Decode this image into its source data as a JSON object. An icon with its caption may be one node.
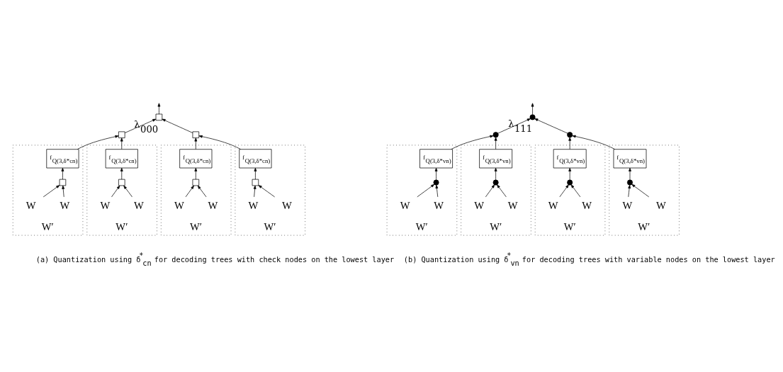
{
  "diagram": {
    "nodes": [
      {
        "text": [],
        "shape": "box",
        "beside": [
          "λ$_{000}$"
        ]
      },
      {
        "text": [],
        "shape": "box"
      },
      {
        "text": [],
        "shape": "box"
      },
      {
        "text": [
          "W′"
        ]
      },
      {
        "text": [
          "f$_{Q(3,δ*cn)}$"
        ],
        "in": 3
      },
      {
        "text": [],
        "shape": "box",
        "in": 3
      },
      {
        "text": [
          "W"
        ],
        "in": 3
      },
      {
        "text": [
          "W"
        ],
        "in": 3
      },
      {
        "text": [
          "W′"
        ]
      },
      {
        "text": [
          "f$_{Q(3,δ*cn)}$"
        ],
        "in": 8
      },
      {
        "text": [],
        "shape": "box",
        "in": 8
      },
      {
        "text": [
          "W"
        ],
        "in": 8
      },
      {
        "text": [
          "W"
        ],
        "in": 8
      },
      {
        "text": [
          "W′"
        ]
      },
      {
        "text": [
          "f$_{Q(3,δ*cn)}$"
        ],
        "in": 13
      },
      {
        "text": [],
        "shape": "box",
        "in": 13
      },
      {
        "text": [
          "W"
        ],
        "in": 13
      },
      {
        "text": [
          "W"
        ],
        "in": 13
      },
      {
        "text": [
          "W′"
        ]
      },
      {
        "text": [
          "f$_{Q(3,δ*cn)}$"
        ],
        "in": 18
      },
      {
        "text": [],
        "shape": "box",
        "in": 18
      },
      {
        "text": [
          "W"
        ],
        "in": 18
      },
      {
        "text": [
          "W"
        ],
        "in": 18
      },
      {
        "text": [],
        "shape": "circle",
        "beside": [
          "λ$_{111}$"
        ]
      },
      {
        "text": [],
        "shape": "circle"
      },
      {
        "text": [],
        "shape": "circle"
      },
      {
        "text": [
          "W′"
        ]
      },
      {
        "text": [
          "f$_{Q(3,δ*vn)}$"
        ],
        "in": 26
      },
      {
        "text": [],
        "shape": "circle",
        "in": 26
      },
      {
        "text": [
          "W"
        ],
        "in": 26
      },
      {
        "text": [
          "W"
        ],
        "in": 26
      },
      {
        "text": [
          "W′"
        ]
      },
      {
        "text": [
          "f$_{Q(3,δ*vn)}$"
        ],
        "in": 31
      },
      {
        "text": [],
        "shape": "circle",
        "in": 31
      },
      {
        "text": [
          "W"
        ],
        "in": 31
      },
      {
        "text": [
          "W"
        ],
        "in": 31
      },
      {
        "text": [
          "W′"
        ]
      },
      {
        "text": [
          "f$_{Q(3,δ*vn)}$"
        ],
        "in": 36
      },
      {
        "text": [],
        "shape": "circle",
        "in": 36
      },
      {
        "text": [
          "W"
        ],
        "in": 36
      },
      {
        "text": [
          "W"
        ],
        "in": 36
      },
      {
        "text": [
          "W′"
        ]
      },
      {
        "text": [
          "f$_{Q(3,δ*vn)}$"
        ],
        "in": 41
      },
      {
        "text": [],
        "shape": "circle",
        "in": 41
      },
      {
        "text": [
          "W"
        ],
        "in": 41
      },
      {
        "text": [
          "W"
        ],
        "in": 41
      }
    ],
    "edges": [
      {
        "from": 0,
        "to": null,
        "arrow": "to"
      },
      {
        "from": 1,
        "to": 0,
        "arrow": "to"
      },
      {
        "from": 2,
        "to": 0,
        "arrow": "to"
      },
      {
        "from": 4,
        "to": 1,
        "arrow": "to"
      },
      {
        "from": 9,
        "to": 1,
        "arrow": "to"
      },
      {
        "from": 14,
        "to": 2,
        "arrow": "to"
      },
      {
        "from": 19,
        "to": 2,
        "arrow": "to"
      },
      {
        "from": 5,
        "to": 4,
        "arrow": "to"
      },
      {
        "from": 6,
        "to": 5,
        "arrow": "to"
      },
      {
        "from": 7,
        "to": 5,
        "arrow": "to"
      },
      {
        "from": 10,
        "to": 9,
        "arrow": "to"
      },
      {
        "from": 11,
        "to": 10,
        "arrow": "to"
      },
      {
        "from": 12,
        "to": 10,
        "arrow": "to"
      },
      {
        "from": 15,
        "to": 14,
        "arrow": "to"
      },
      {
        "from": 16,
        "to": 15,
        "arrow": "to"
      },
      {
        "from": 17,
        "to": 15,
        "arrow": "to"
      },
      {
        "from": 20,
        "to": 19,
        "arrow": "to"
      },
      {
        "from": 21,
        "to": 20,
        "arrow": "to"
      },
      {
        "from": 22,
        "to": 20,
        "arrow": "to"
      },
      {
        "from": 23,
        "to": null,
        "arrow": "to"
      },
      {
        "from": 24,
        "to": 23,
        "arrow": "to"
      },
      {
        "from": 25,
        "to": 23,
        "arrow": "to"
      },
      {
        "from": 27,
        "to": 24,
        "arrow": "to"
      },
      {
        "from": 32,
        "to": 24,
        "arrow": "to"
      },
      {
        "from": 37,
        "to": 25,
        "arrow": "to"
      },
      {
        "from": 42,
        "to": 25,
        "arrow": "to"
      },
      {
        "from": 28,
        "to": 27,
        "arrow": "to"
      },
      {
        "from": 29,
        "to": 28,
        "arrow": "to"
      },
      {
        "from": 30,
        "to": 28,
        "arrow": "to"
      },
      {
        "from": 33,
        "to": 32,
        "arrow": "to"
      },
      {
        "from": 34,
        "to": 33,
        "arrow": "to"
      },
      {
        "from": 35,
        "to": 33,
        "arrow": "to"
      },
      {
        "from": 38,
        "to": 37,
        "arrow": "to"
      },
      {
        "from": 39,
        "to": 38,
        "arrow": "to"
      },
      {
        "from": 40,
        "to": 38,
        "arrow": "to"
      },
      {
        "from": 43,
        "to": 42,
        "arrow": "to"
      },
      {
        "from": 44,
        "to": 43,
        "arrow": "to"
      },
      {
        "from": 45,
        "to": 43,
        "arrow": "to"
      }
    ],
    "labels": [
      "(a) Quantization using δ$^{*}$$_{cn}$ for decoding trees with check nodes on the lowest layer",
      "(b) Quantization using δ$^{*}$$_{vn}$ for decoding trees with variable nodes on the lowest layer"
    ]
  }
}
